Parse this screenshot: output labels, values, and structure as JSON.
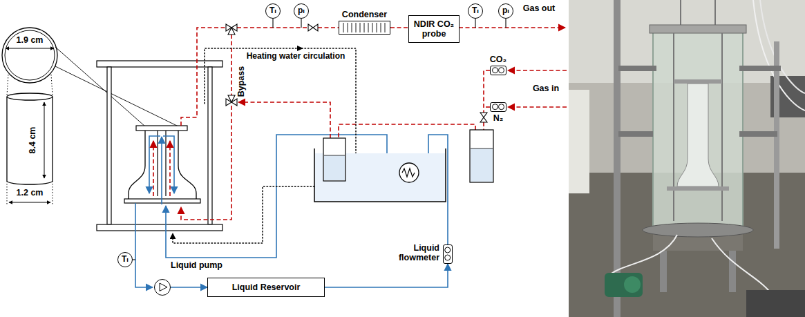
{
  "diagram": {
    "nodes": [
      {
        "text": [
          "Tₗ"
        ]
      },
      {
        "text": [
          "pₗ"
        ]
      },
      {
        "text": [
          "Condenser"
        ]
      },
      {
        "text": [
          "NDIR CO₂ probe"
        ]
      },
      {
        "text": [
          "Tₗ"
        ]
      },
      {
        "text": [
          "pₗ"
        ]
      },
      {
        "text": [
          "CO₂"
        ]
      },
      {
        "text": [
          "N₂"
        ]
      },
      {
        "text": [
          "Tₗ"
        ]
      },
      {
        "text": [
          "Liquid pump"
        ]
      },
      {
        "text": [
          "Liquid Reservoir"
        ]
      },
      {
        "text": [
          "Liquid flowmeter"
        ]
      }
    ],
    "edges": [
      {
        "from": 2,
        "to": 3,
        "arrow": "none"
      },
      {
        "from": 9,
        "to": 10,
        "arrow": "to"
      },
      {
        "from": 10,
        "to": 11,
        "arrow": "to"
      }
    ],
    "labels": [
      "1.9 cm",
      "8.4 cm",
      "1.2 cm",
      "Bypass",
      "Heating water circulation",
      "Gas out",
      "Gas in"
    ]
  }
}
